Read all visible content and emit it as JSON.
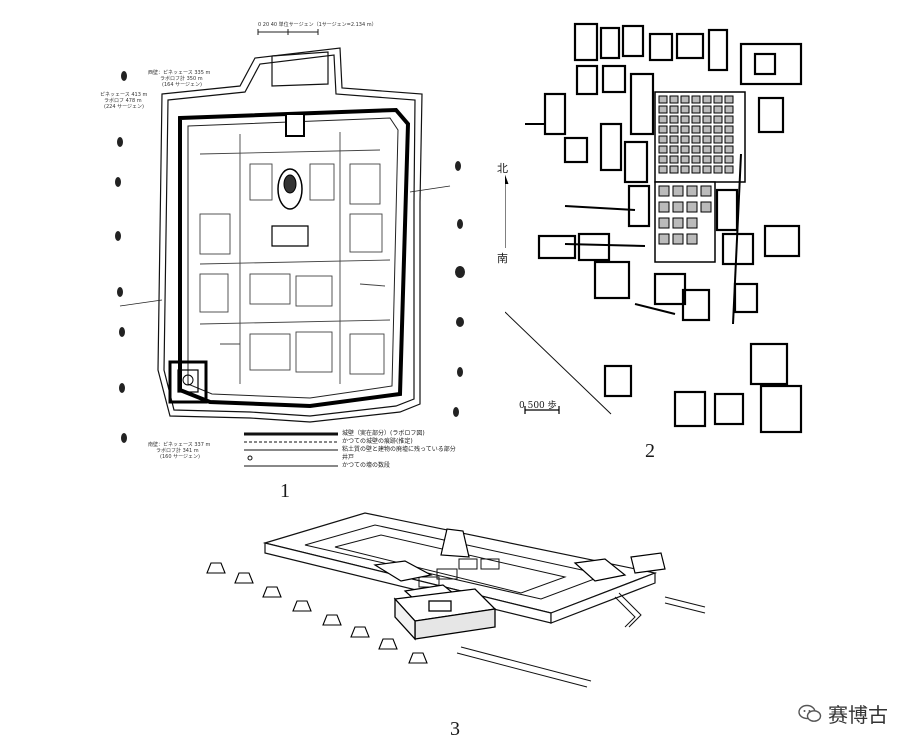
{
  "figures": {
    "fig1": {
      "number": "1",
      "scale_text": "0 20 40 単位サージェン（1サージェン=2.134 m）",
      "west_wall_text": [
        "西壁：ピネッェース 335 m",
        "ラボロフ計 350 m",
        "(164 サージェン)"
      ],
      "north_wall_text": [
        "ピネッェース 413 m",
        "ラボロフ 478 m",
        "(224 サージェン)"
      ],
      "south_wall_text": [
        "南壁：ピネッェース 337 m",
        "ラボロフ計 341 m",
        "(160 サージェン)"
      ],
      "legend": [
        "城壁（実在部分）(ラボロフ図)",
        "かつての城壁の痕跡(推定)",
        "粘土質の壁と建物の廃墟に残っている部分",
        "井戸",
        "かつての壕の数段"
      ]
    },
    "fig2": {
      "number": "2",
      "compass_north": "北",
      "compass_south": "南",
      "scale": "0 500 歩"
    },
    "fig3": {
      "number": "3"
    }
  },
  "watermark": {
    "text": "赛博古",
    "icon": "wechat-icon"
  }
}
